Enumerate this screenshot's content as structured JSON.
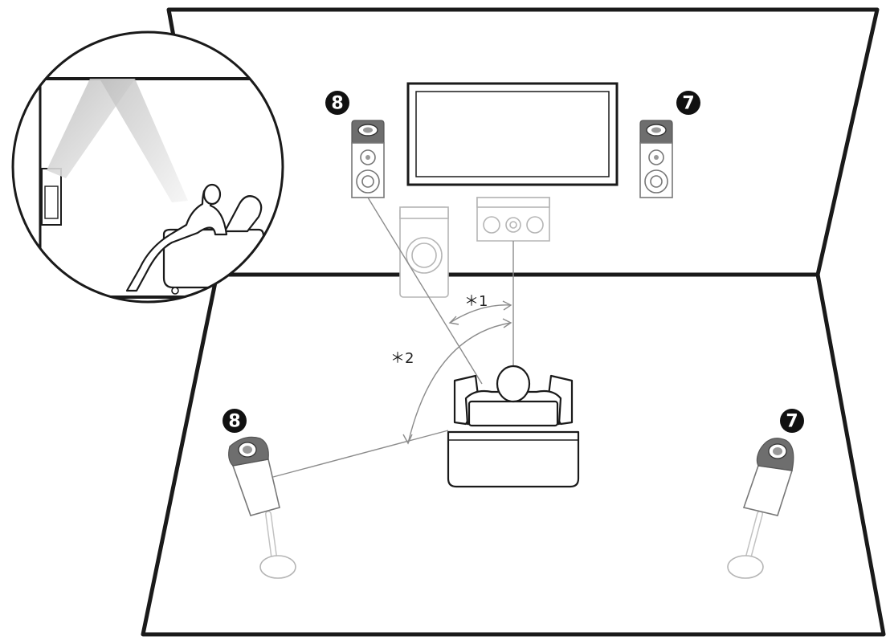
{
  "speakers": {
    "front_left_height": {
      "badge": "8"
    },
    "front_right_height": {
      "badge": "7"
    },
    "rear_left_surround": {
      "badge": "8"
    },
    "rear_right_surround": {
      "badge": "7"
    }
  },
  "angle_notes": {
    "note1": "＊1",
    "note2": "＊2"
  },
  "colors": {
    "wall_line": "#1a1a1a",
    "guide_line": "#8c8c8c",
    "speaker_accent": "#6e6e6e",
    "faint_element": "#b5b5b5",
    "badge_fill": "#111111"
  },
  "icons": {
    "inset": "listener-seated-side-view-icon",
    "tv": "tv-screen-icon",
    "center": "center-speaker-icon",
    "sub": "subwoofer-icon"
  }
}
